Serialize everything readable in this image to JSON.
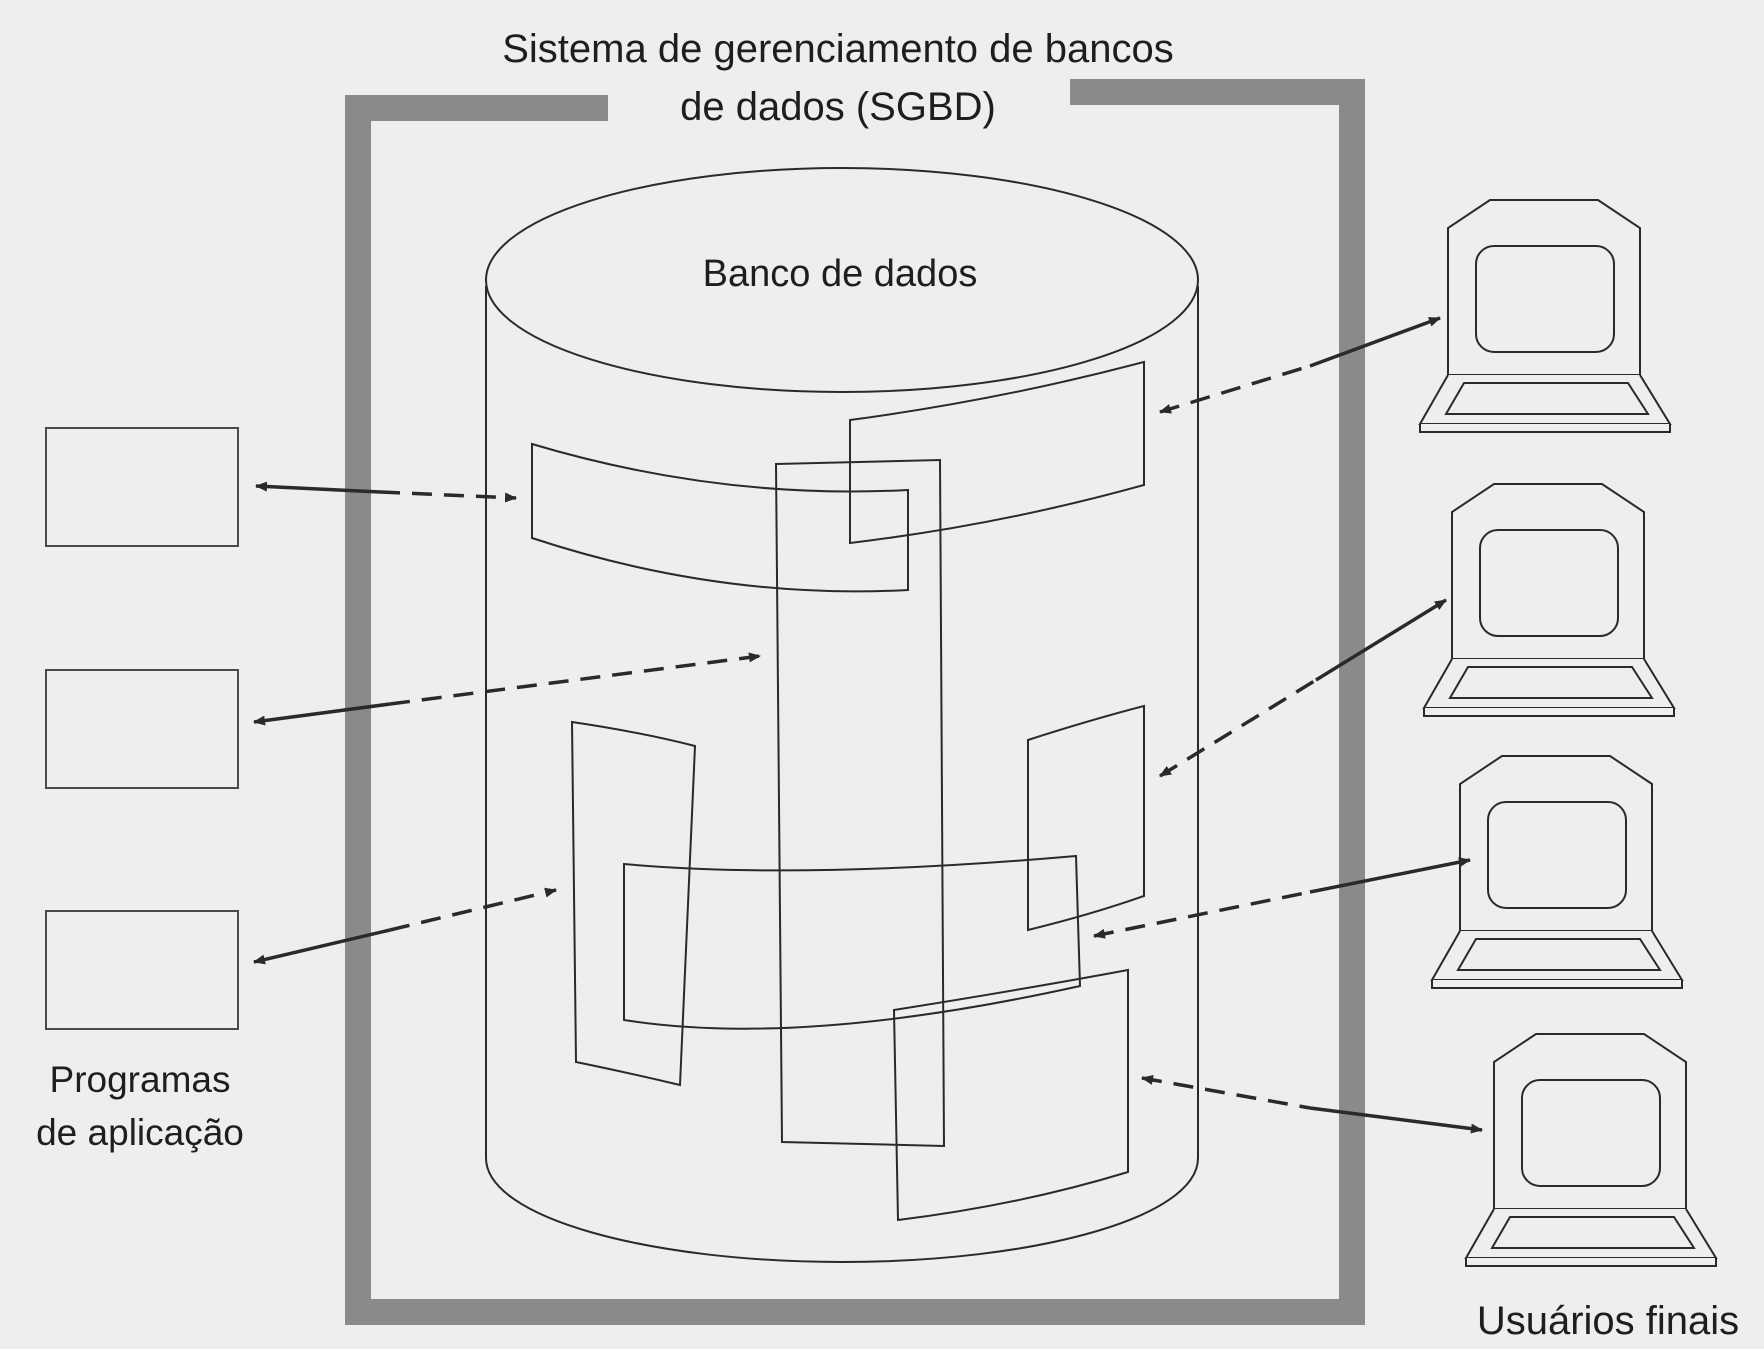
{
  "dbms": {
    "title_line1": "Sistema de gerenciamento de bancos",
    "title_line2": "de dados (SGBD)"
  },
  "database": {
    "label": "Banco de dados"
  },
  "application_programs": {
    "label_line1": "Programas",
    "label_line2": "de aplicação",
    "count": 3
  },
  "end_users": {
    "label": "Usuários finais",
    "count": 4
  },
  "colors": {
    "background": "#efeeec",
    "frame": "#8a8a8a",
    "line": "#2a2a2a",
    "text": "#1e1e1e"
  }
}
